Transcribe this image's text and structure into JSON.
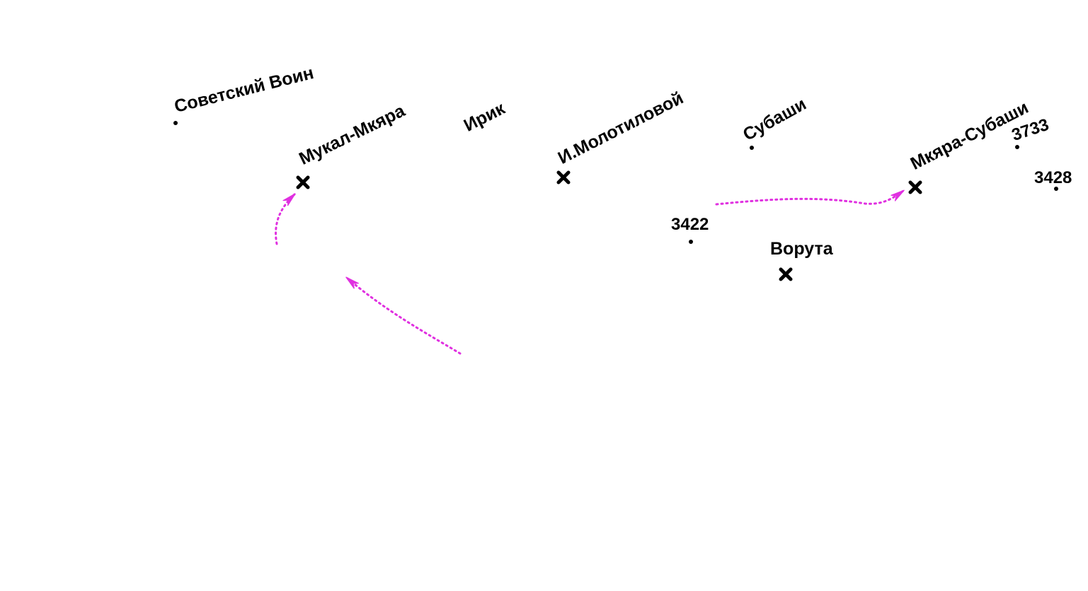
{
  "map": {
    "colors": {
      "background": "#ffffff",
      "marker": "#000000",
      "route": "#e030e0"
    },
    "places": [
      {
        "id": "sovetsky-voin",
        "name": "Советский Воин",
        "marker": "dot"
      },
      {
        "id": "mukal-mkyara",
        "name": "Мукал-Мкяра",
        "marker": "cross"
      },
      {
        "id": "irik",
        "name": "Ирик",
        "marker": "none"
      },
      {
        "id": "i-molotilovoy",
        "name": "И.Молотиловой",
        "marker": "cross"
      },
      {
        "id": "subashi",
        "name": "Субаши",
        "marker": "dot"
      },
      {
        "id": "mkyara-subashi",
        "name": "Мкяра-Субаши",
        "marker": "cross"
      },
      {
        "id": "voruta",
        "name": "Ворута",
        "marker": "cross"
      }
    ],
    "spot_heights": [
      {
        "id": "h3422",
        "value": "3422"
      },
      {
        "id": "h3733",
        "value": "3733"
      },
      {
        "id": "h3428",
        "value": "3428"
      }
    ],
    "routes": [
      {
        "id": "route-1",
        "style": "dotted",
        "arrow": "end"
      },
      {
        "id": "route-2",
        "style": "dotted",
        "arrow": "end"
      },
      {
        "id": "route-3",
        "style": "dotted",
        "arrow": "end"
      }
    ]
  }
}
